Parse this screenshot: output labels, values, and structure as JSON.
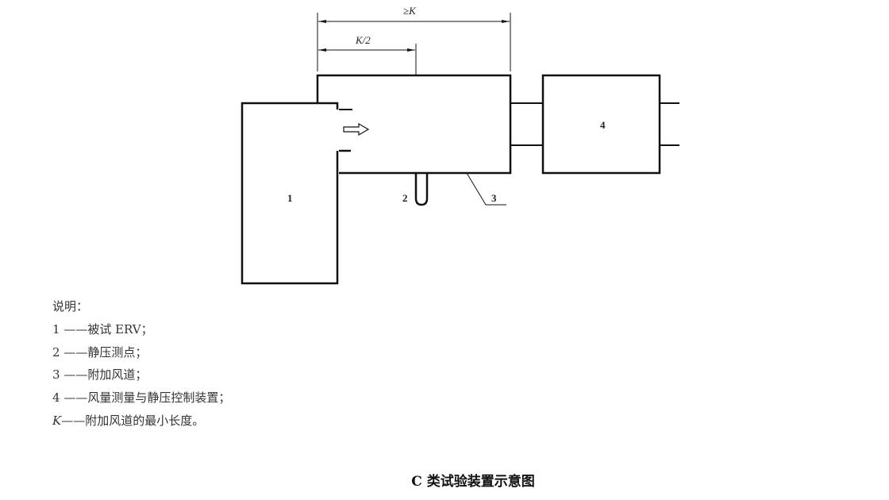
{
  "diagram": {
    "dim_full": "≥K",
    "dim_half": "K/2",
    "labels": {
      "erv": "1",
      "pressure_point": "2",
      "duct": "3",
      "measure_device": "4"
    }
  },
  "legend": {
    "title": "说明：",
    "items": [
      {
        "key": "1",
        "sep": "——",
        "text": "被试 ERV；"
      },
      {
        "key": "2",
        "sep": "——",
        "text": "静压测点；"
      },
      {
        "key": "3",
        "sep": "——",
        "text": "附加风道；"
      },
      {
        "key": "4",
        "sep": "——",
        "text": "风量测量与静压控制装置；"
      },
      {
        "key": "K",
        "sep": "——",
        "text": "附加风道的最小长度。"
      }
    ]
  },
  "caption": "C 类试验装置示意图"
}
